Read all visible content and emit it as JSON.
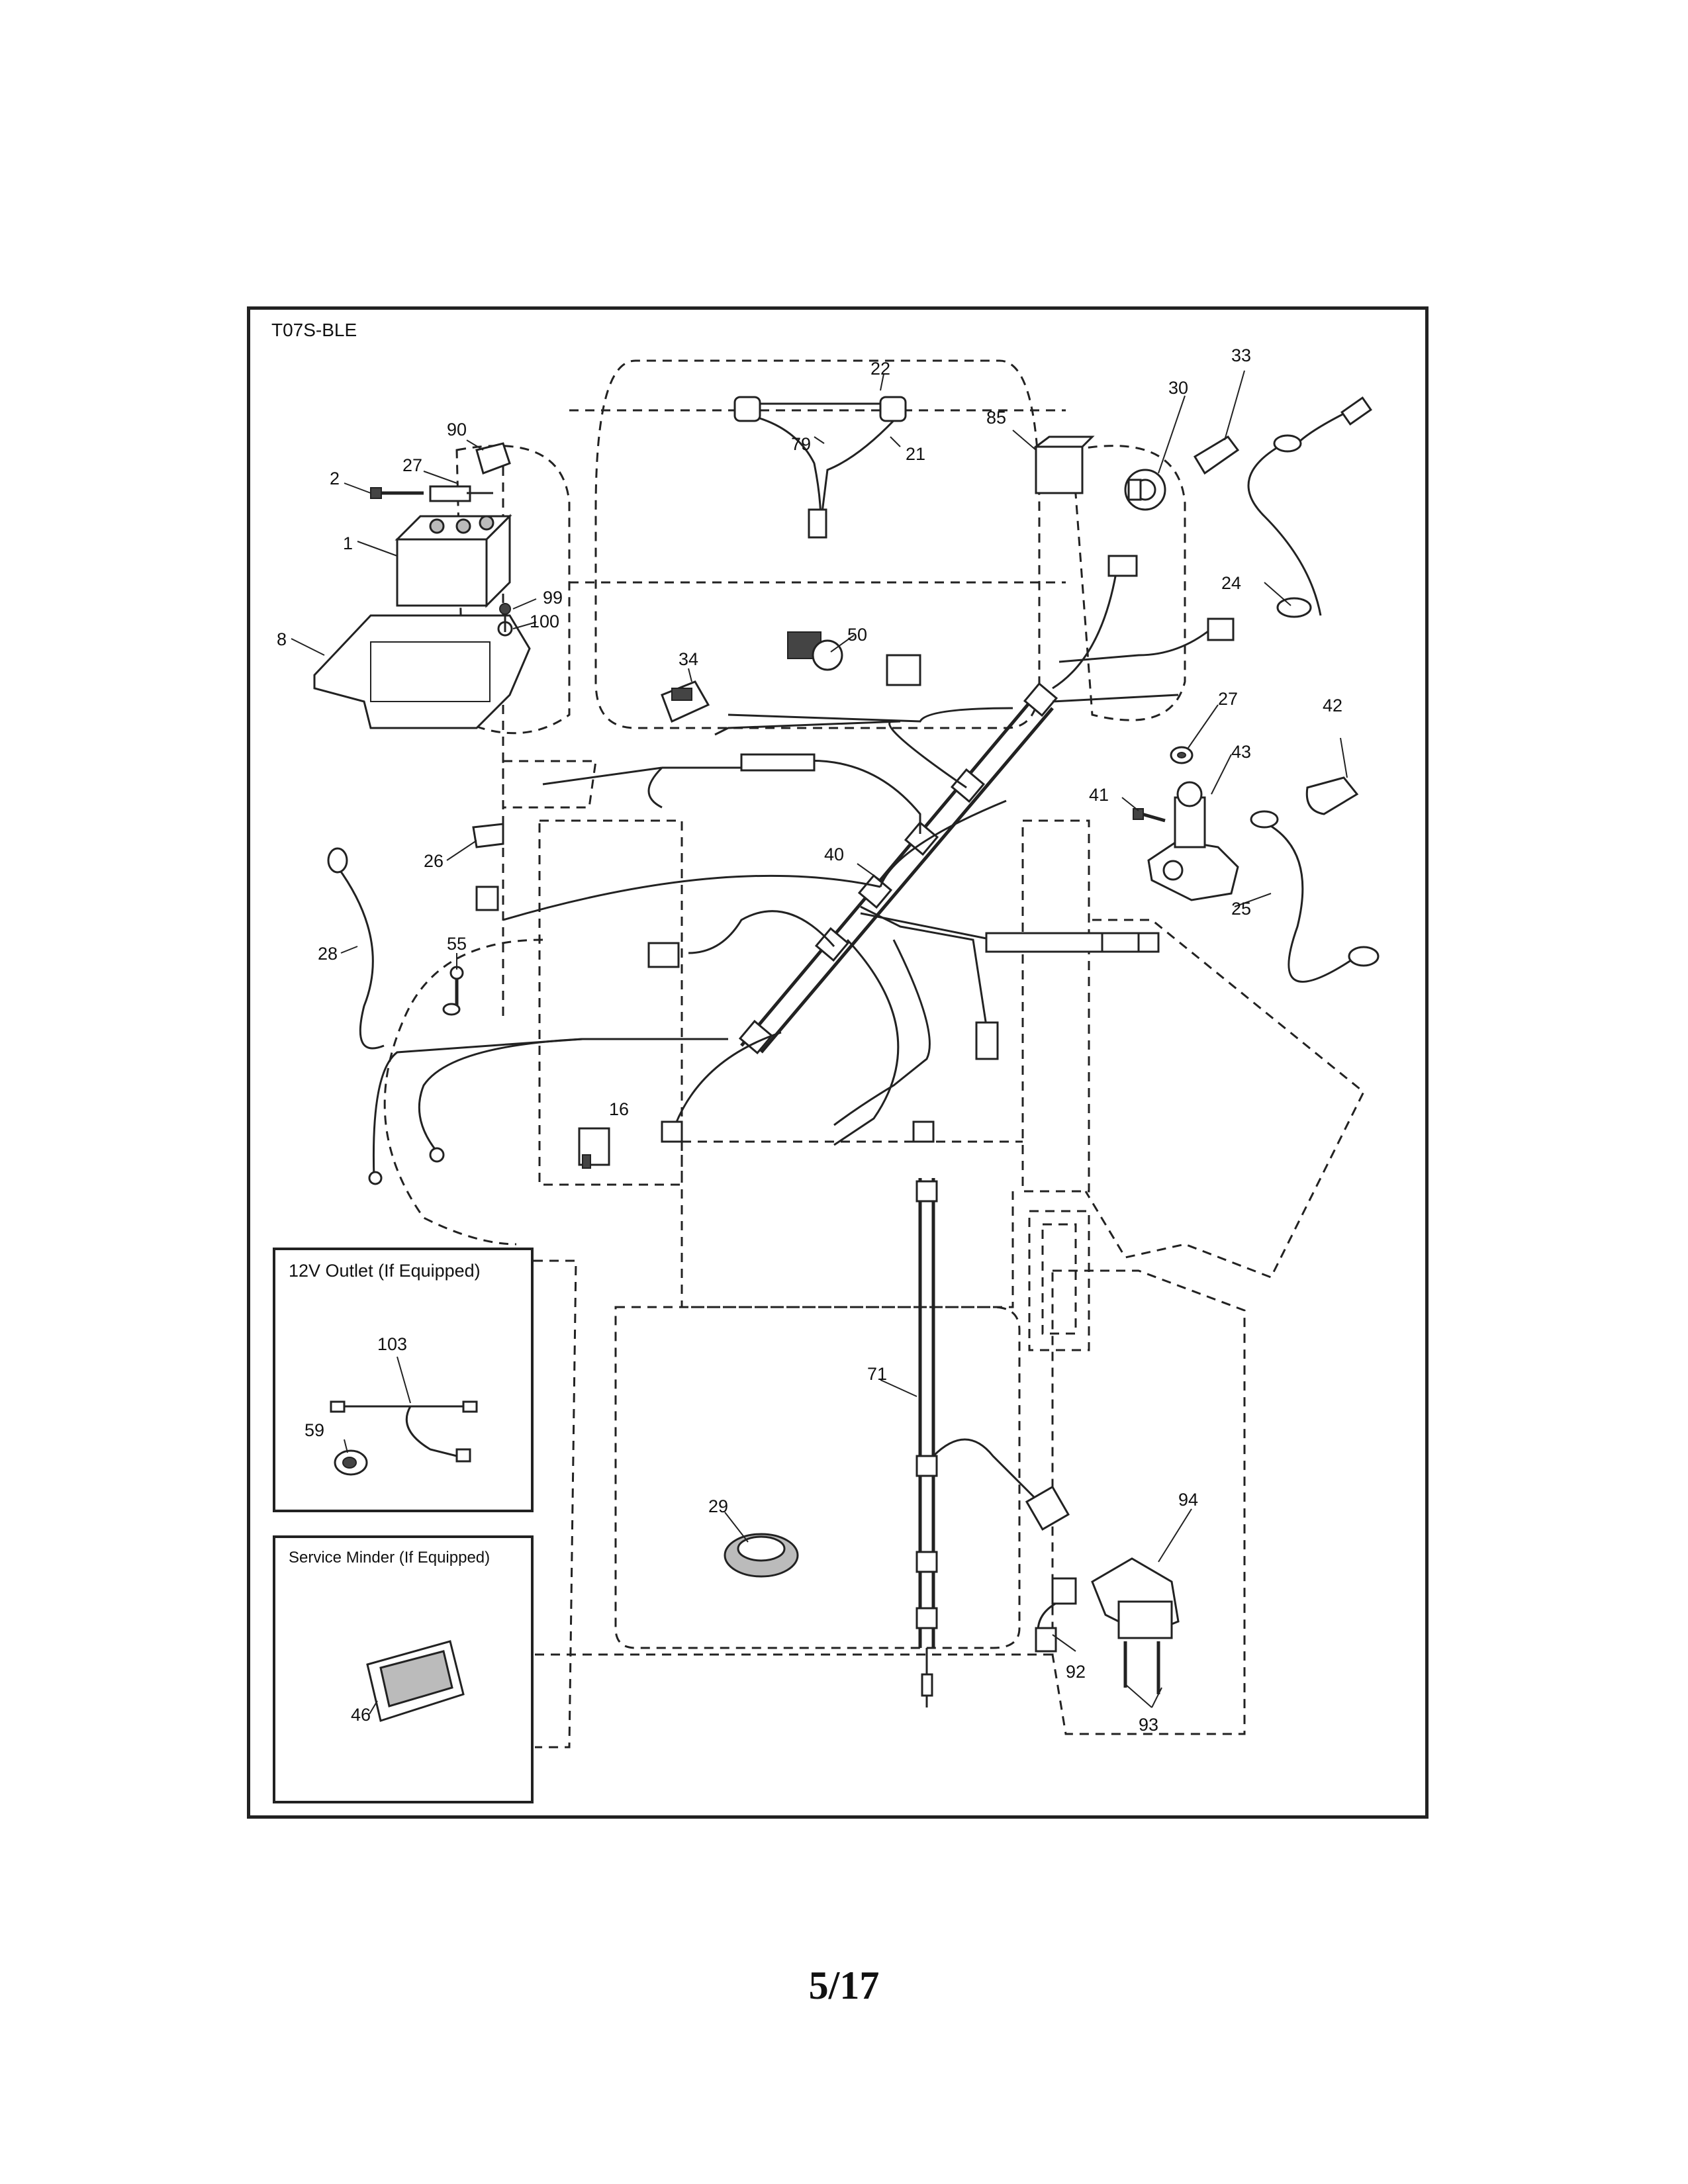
{
  "model_code": "T07S-BLE",
  "page_number": "5/17",
  "insets": {
    "outlet_title": "12V Outlet (If Equipped)",
    "service_title": "Service Minder (If Equipped)"
  },
  "callouts": {
    "c1": "1",
    "c2": "2",
    "c8": "8",
    "c16": "16",
    "c21": "21",
    "c22": "22",
    "c24": "24",
    "c25": "25",
    "c26": "26",
    "c27a": "27",
    "c27b": "27",
    "c28": "28",
    "c29": "29",
    "c30": "30",
    "c33": "33",
    "c34": "34",
    "c40": "40",
    "c41": "41",
    "c42": "42",
    "c43": "43",
    "c46": "46",
    "c50": "50",
    "c55": "55",
    "c59": "59",
    "c71": "71",
    "c79": "79",
    "c85": "85",
    "c90": "90",
    "c92": "92",
    "c93": "93",
    "c94": "94",
    "c99": "99",
    "c100": "100",
    "c103": "103"
  }
}
